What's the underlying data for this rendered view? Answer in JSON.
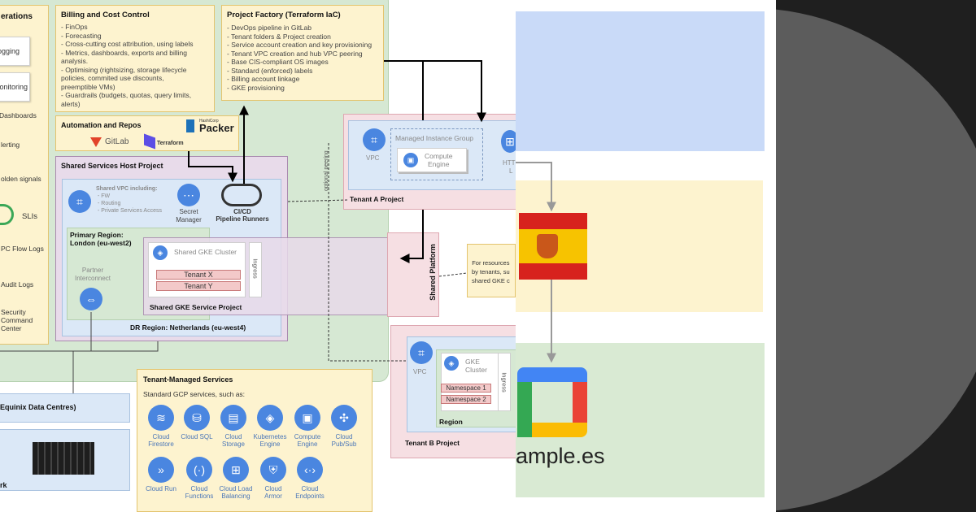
{
  "left_column": {
    "title": "erations",
    "logging": "Logging",
    "monitoring": "Monitoring",
    "dashboards": "Dashboards",
    "alerting": "lerting",
    "golden_signals": "olden signals",
    "slis": "SLIs",
    "vpc_flow_logs": "PC Flow Logs",
    "audit_logs": "Audit Logs",
    "scc": [
      "Security",
      "Command",
      "Center"
    ]
  },
  "billing": {
    "title": "Billing and Cost Control",
    "items": [
      "- FinOps",
      "- Forecasting",
      "- Cross-cutting cost attribution, using labels",
      "- Metrics, dashboards, exports and billing",
      "  analysis.",
      "- Optimising (rightsizing, storage lifecycle",
      "  policies, commited use discounts,",
      "  preemptible VMs)",
      "- Guardrails (budgets, quotas, query limits,",
      "  alerts)"
    ]
  },
  "project_factory": {
    "title": "Project Factory (Terraform IaC)",
    "items": [
      "- DevOps pipeline in GitLab",
      "- Tenant folders & Project creation",
      "- Service account creation and key provisioning",
      "- Tenant VPC creation and hub VPC peering",
      "- Base CIS-compliant OS images",
      "- Standard (enforced) labels",
      "- Billing account linkage",
      "- GKE provisioning"
    ]
  },
  "automation": {
    "title": "Automation and Repos",
    "gitlab": "GitLab",
    "terraform": "Terraform",
    "packer_small": "HashiCorp",
    "packer": "Packer"
  },
  "shared_services": {
    "title": "Shared Services Host Project",
    "shared_vpc_title": "Shared VPC including:",
    "shared_vpc_items": [
      "- FW",
      "- Routing",
      "- Private Services Access"
    ],
    "secret_manager": [
      "Secret",
      "Manager"
    ],
    "cicd": [
      "CI/CD",
      "Pipeline Runners"
    ],
    "primary_region": [
      "Primary Region:",
      "London (eu-west2)"
    ],
    "partner_interconnect": [
      "Partner",
      "Interconnect"
    ],
    "dr_region": "DR Region: Netherlands (eu-west4)"
  },
  "shared_gke": {
    "cluster": "Shared GKE Cluster",
    "tenant_x": "Tenant X",
    "tenant_y": "Tenant Y",
    "ingress": "Ingress",
    "project": "Shared GKE Service Project"
  },
  "tenant_a": {
    "vpc": "VPC",
    "mig": "Managed Instance Group",
    "compute": [
      "Compute",
      "Engine"
    ],
    "http": [
      "HTT",
      "L"
    ],
    "title": "Tenant A Project",
    "optional_peering": "optional peering"
  },
  "shared_platform": "Shared Platform",
  "note": [
    "For resources",
    "by tenants, su",
    "shared GKE c"
  ],
  "tenant_b": {
    "vpc": "VPC",
    "gke": [
      "GKE",
      "Cluster"
    ],
    "ns1": "Namespace 1",
    "ns2": "Namespace 2",
    "ingress": "Ingress",
    "region": "Region",
    "title": "Tenant B Project"
  },
  "onprem": {
    "equinix": "Equinix Data Centres)",
    "network": "rk"
  },
  "tenant_managed": {
    "title": "Tenant-Managed Services",
    "subtitle": "Standard GCP services, such as:",
    "services": [
      [
        "Cloud",
        "Firestore"
      ],
      [
        "Cloud SQL"
      ],
      [
        "Cloud",
        "Storage"
      ],
      [
        "Kubernetes",
        "Engine"
      ],
      [
        "Compute",
        "Engine"
      ],
      [
        "Cloud",
        "Pub/Sub"
      ],
      [
        "Cloud Run"
      ],
      [
        "Cloud",
        "Functions"
      ],
      [
        "Cloud Load",
        "Balancing"
      ],
      [
        "Cloud",
        "Armor"
      ],
      [
        "Cloud",
        "Endpoints"
      ]
    ]
  },
  "right_panel": {
    "domain": "ample.es"
  }
}
